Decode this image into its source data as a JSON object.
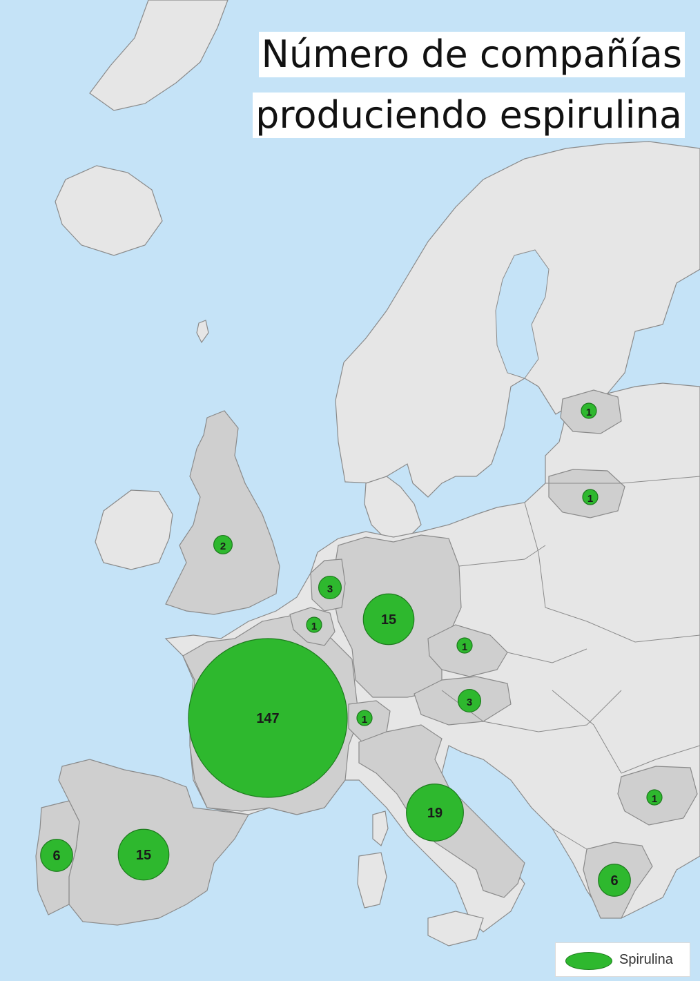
{
  "title": {
    "line1": "Número de compañías",
    "line2": "produciendo espirulina"
  },
  "legend": {
    "label": "Spirulina",
    "color": "#2eb82e"
  },
  "colors": {
    "sea": "#c5e3f7",
    "land": "#e6e6e6",
    "highlight_land": "#cfcfcf",
    "border": "#8a8a8a",
    "bubble": "#2eb82e",
    "bubble_outline": "#1d7a1d"
  },
  "chart_data": {
    "type": "map-bubble",
    "series": [
      {
        "name": "Spirulina",
        "values": [
          147,
          19,
          15,
          15,
          6,
          6,
          3,
          3,
          2,
          1,
          1,
          1,
          1,
          1,
          1
        ]
      }
    ],
    "points": [
      {
        "region": "France",
        "value": 147
      },
      {
        "region": "Italy",
        "value": 19
      },
      {
        "region": "Germany",
        "value": 15
      },
      {
        "region": "Spain",
        "value": 15
      },
      {
        "region": "Portugal",
        "value": 6
      },
      {
        "region": "Greece",
        "value": 6
      },
      {
        "region": "Netherlands",
        "value": 3
      },
      {
        "region": "Austria",
        "value": 3
      },
      {
        "region": "United Kingdom",
        "value": 2
      },
      {
        "region": "Belgium",
        "value": 1
      },
      {
        "region": "Switzerland",
        "value": 1
      },
      {
        "region": "Czech Republic",
        "value": 1
      },
      {
        "region": "Estonia",
        "value": 1
      },
      {
        "region": "Lithuania",
        "value": 1
      },
      {
        "region": "Bulgaria",
        "value": 1
      }
    ]
  }
}
